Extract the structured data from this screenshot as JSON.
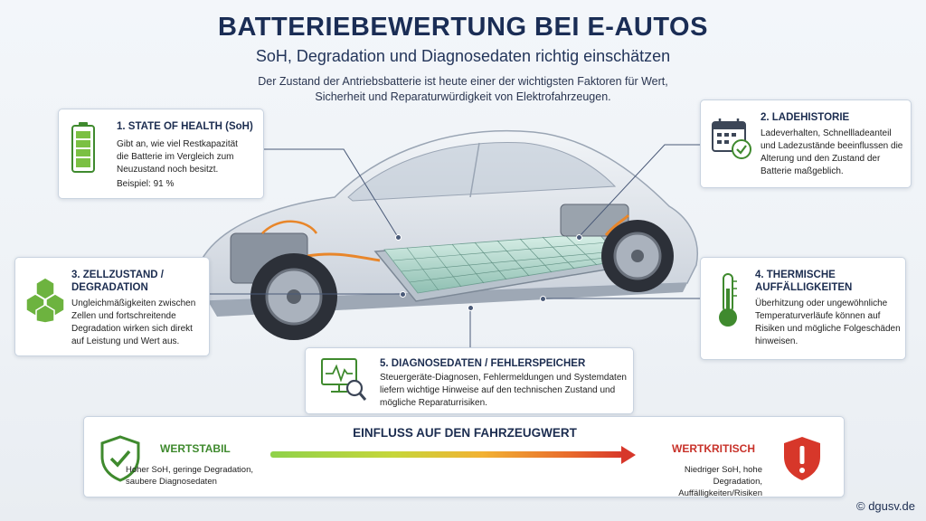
{
  "header": {
    "title": "BATTERIEBEWERTUNG BEI E-AUTOS",
    "subtitle": "SoH, Degradation und Diagnosedaten richtig einschätzen",
    "intro": "Der Zustand der Antriebsbatterie ist heute einer der wichtigsten Faktoren für Wert, Sicherheit und Reparaturwürdigkeit von Elektrofahrzeugen."
  },
  "cards": {
    "soh": {
      "heading": "1. STATE OF HEALTH (SoH)",
      "text": "Gibt an, wie viel Restkapazität die Batterie im Vergleich zum Neuzustand noch besitzt.",
      "example": "Beispiel: 91 %",
      "icon": "battery-icon"
    },
    "charge": {
      "heading": "2. LADEHISTORIE",
      "text": "Ladeverhalten, Schnellladeanteil und Ladezustände beeinflussen die Alterung und den Zustand der Batterie maßgeblich.",
      "icon": "calendar-check-icon"
    },
    "cell": {
      "heading": "3. ZELLZUSTAND / DEGRADATION",
      "text": "Ungleichmäßigkeiten zwischen Zellen und fortschreitende Degradation wirken sich direkt auf Leistung und Wert aus.",
      "icon": "hexagon-cells-icon"
    },
    "thermal": {
      "heading": "4. THERMISCHE AUFFÄLLIGKEITEN",
      "text": "Überhitzung oder ungewöhnliche Temperaturverläufe können auf Risiken und mögliche Folgeschäden hinweisen.",
      "icon": "thermometer-icon"
    },
    "diag": {
      "heading": "5. DIAGNOSEDATEN / FEHLERSPEICHER",
      "text": "Steuergeräte-Diagnosen, Fehlermeldungen und Systemdaten liefern wichtige Hinweise auf den technischen Zustand und mögliche Reparaturrisiken.",
      "icon": "monitor-diagnostic-icon"
    }
  },
  "influence": {
    "title": "EINFLUSS AUF DEN FAHRZEUGWERT",
    "stable_label": "WERTSTABIL",
    "stable_text": "Hoher SoH, geringe Degradation, saubere Diagnosedaten",
    "critical_label": "WERTKRITISCH",
    "critical_text": "Niedriger SoH, hohe Degradation, Auffälligkeiten/Risiken",
    "stable_icon": "shield-check-icon",
    "critical_icon": "shield-alert-icon"
  },
  "footer": {
    "copyright": "© dgusv.de"
  },
  "colors": {
    "navy": "#1a2d55",
    "green": "#3f8a2e",
    "red": "#c8322a",
    "orange": "#e8862a"
  }
}
